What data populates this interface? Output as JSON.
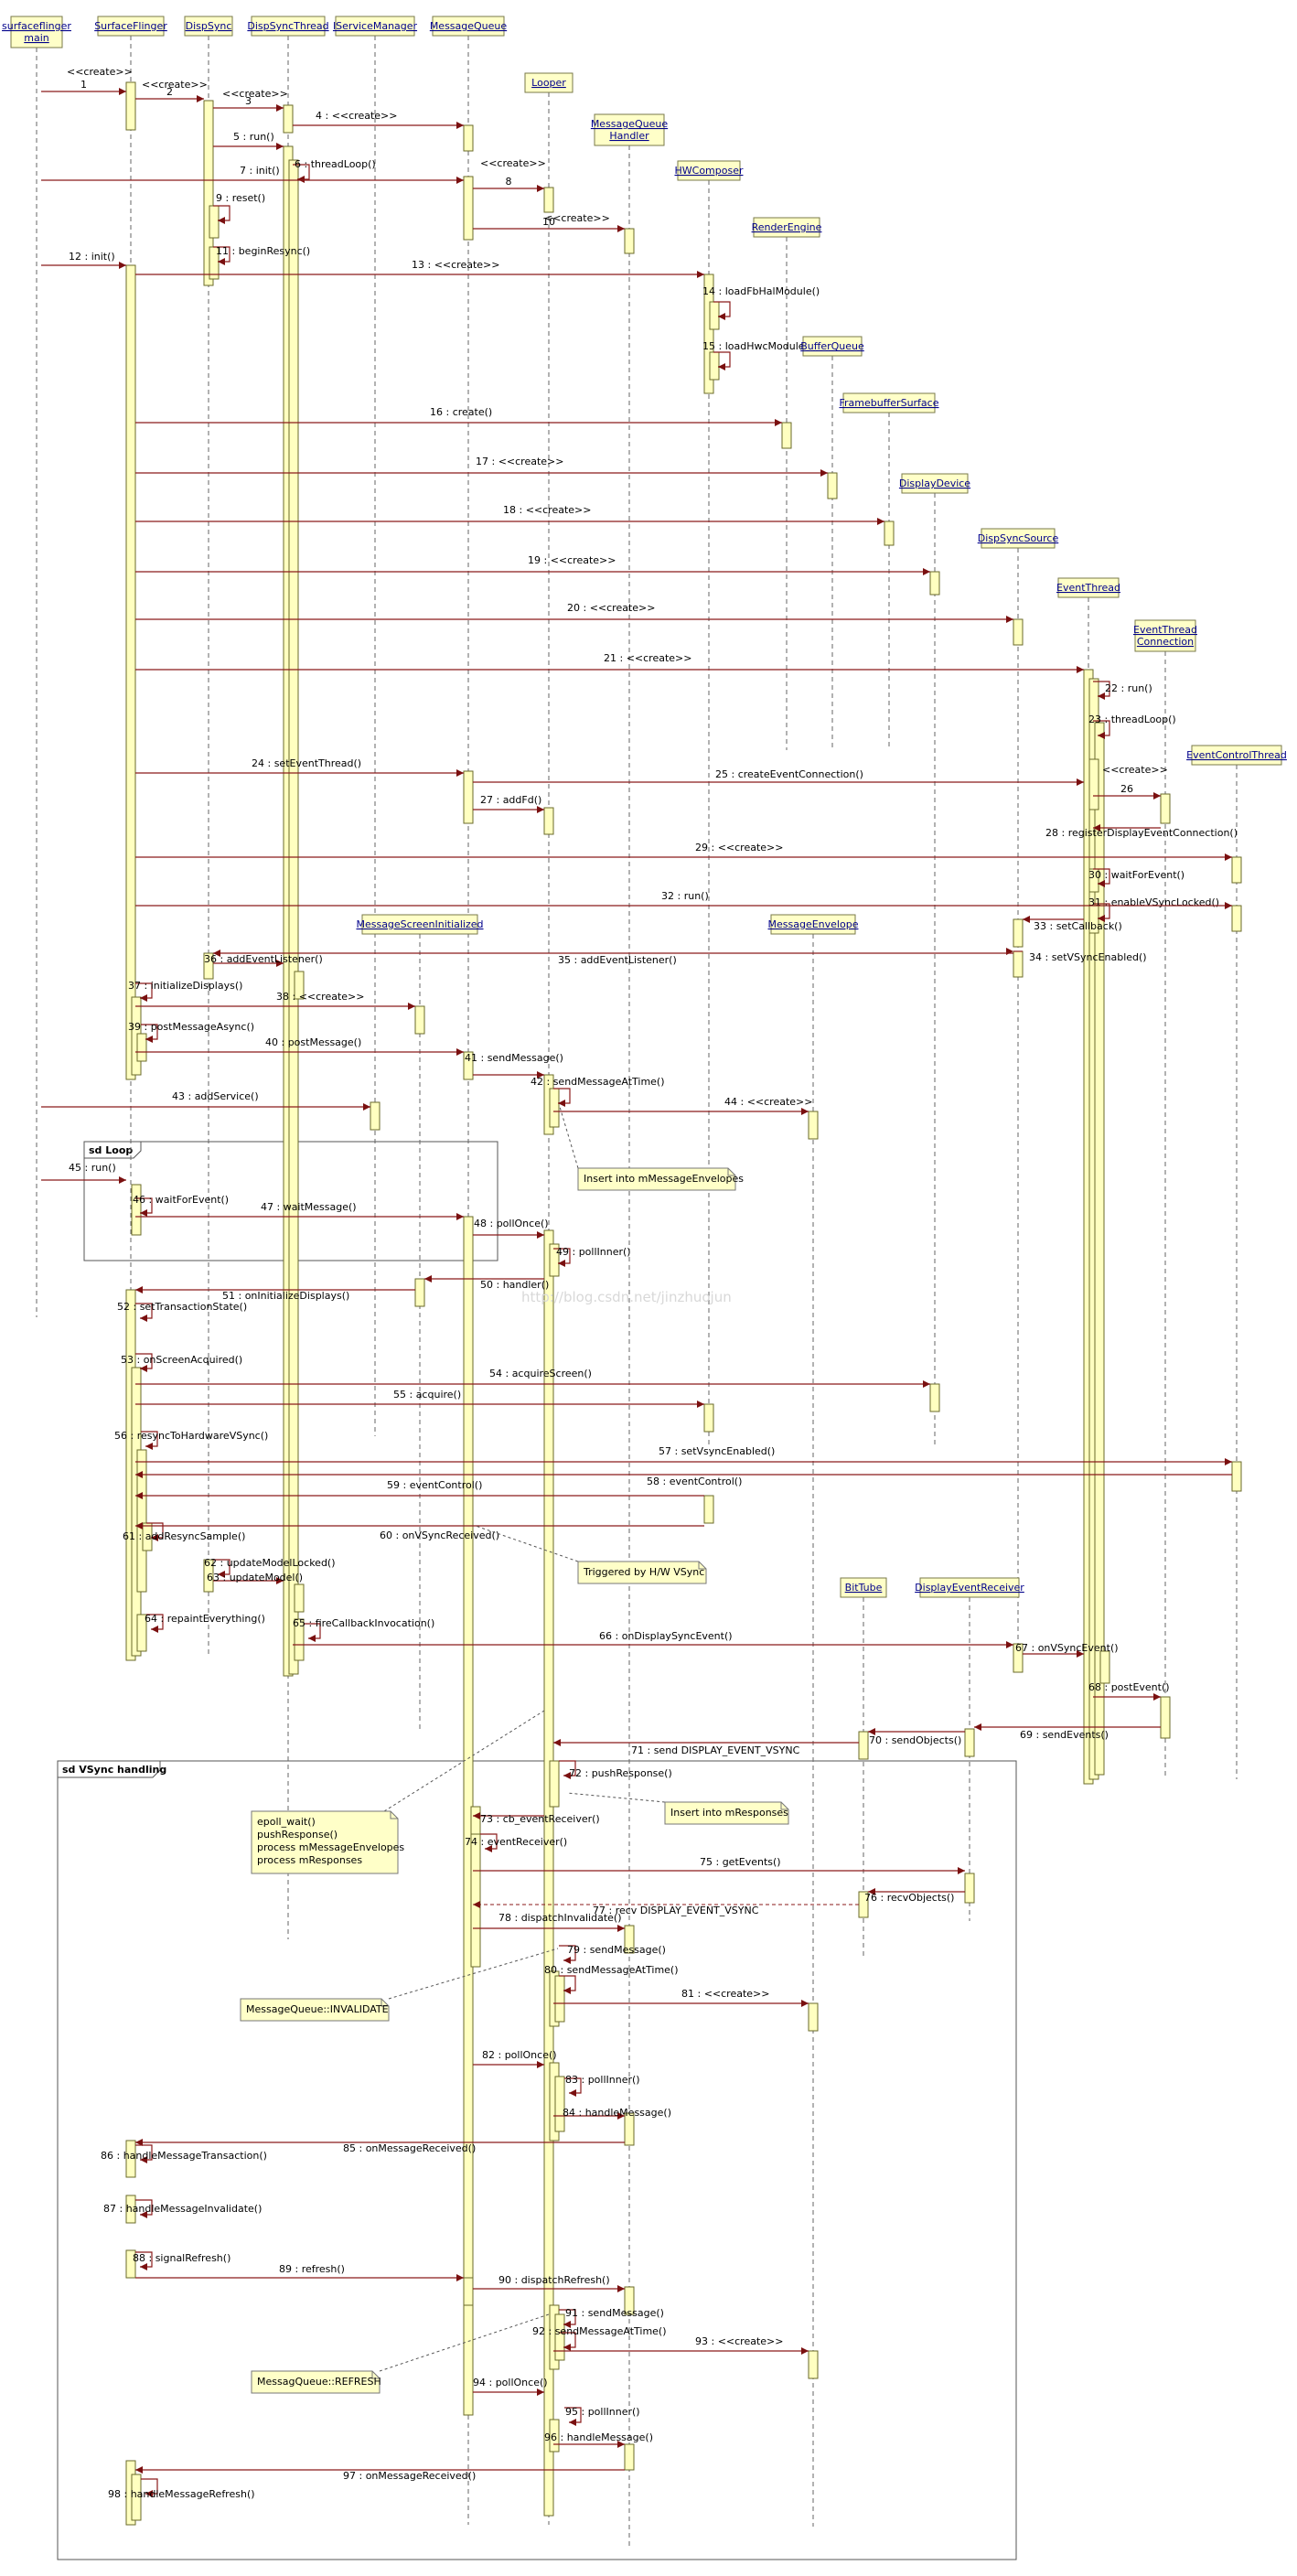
{
  "participants": [
    {
      "id": "sfmain",
      "label": [
        "surfaceflinger",
        "main"
      ]
    },
    {
      "id": "sf",
      "label": [
        "SurfaceFlinger"
      ]
    },
    {
      "id": "dispsync",
      "label": [
        "DispSync"
      ]
    },
    {
      "id": "dispsyncthread",
      "label": [
        "DispSyncThread"
      ]
    },
    {
      "id": "iservicemanager",
      "label": [
        "IServiceManager"
      ]
    },
    {
      "id": "messagequeue",
      "label": [
        "MessageQueue"
      ]
    },
    {
      "id": "looper",
      "label": [
        "Looper"
      ]
    },
    {
      "id": "mqhandler",
      "label": [
        "MessageQueue",
        "Handler"
      ]
    },
    {
      "id": "hwcomposer",
      "label": [
        "HWComposer"
      ]
    },
    {
      "id": "renderengine",
      "label": [
        "RenderEngine"
      ]
    },
    {
      "id": "bufferqueue",
      "label": [
        "BufferQueue"
      ]
    },
    {
      "id": "fbsurface",
      "label": [
        "FramebufferSurface"
      ]
    },
    {
      "id": "displaydevice",
      "label": [
        "DisplayDevice"
      ]
    },
    {
      "id": "dispsyncsource",
      "label": [
        "DispSyncSource"
      ]
    },
    {
      "id": "eventthread",
      "label": [
        "EventThread"
      ]
    },
    {
      "id": "eventthreadconn",
      "label": [
        "EventThread",
        "Connection"
      ]
    },
    {
      "id": "eventcontrolthread",
      "label": [
        "EventControlThread"
      ]
    },
    {
      "id": "msi",
      "label": [
        "MessageScreenInitialized"
      ]
    },
    {
      "id": "messageenvelope",
      "label": [
        "MessageEnvelope"
      ]
    },
    {
      "id": "bittube",
      "label": [
        "BitTube"
      ]
    },
    {
      "id": "der",
      "label": [
        "DisplayEventReceiver"
      ]
    }
  ],
  "messages": [
    {
      "n": "1",
      "text": "<<create>>"
    },
    {
      "n": "2",
      "text": "<<create>>"
    },
    {
      "n": "3",
      "text": "<<create>>"
    },
    {
      "n": "4",
      "text": "<<create>>"
    },
    {
      "n": "5",
      "text": "run()"
    },
    {
      "n": "6",
      "text": "threadLoop()"
    },
    {
      "n": "7",
      "text": "init()"
    },
    {
      "n": "8",
      "text": "<<create>>"
    },
    {
      "n": "9",
      "text": "reset()"
    },
    {
      "n": "10",
      "text": "<<create>>"
    },
    {
      "n": "11",
      "text": "beginResync()"
    },
    {
      "n": "12",
      "text": "init()"
    },
    {
      "n": "13",
      "text": "<<create>>"
    },
    {
      "n": "14",
      "text": "loadFbHalModule()"
    },
    {
      "n": "15",
      "text": "loadHwcModule()"
    },
    {
      "n": "16",
      "text": "create()"
    },
    {
      "n": "17",
      "text": "<<create>>"
    },
    {
      "n": "18",
      "text": "<<create>>"
    },
    {
      "n": "19",
      "text": "<<create>>"
    },
    {
      "n": "20",
      "text": "<<create>>"
    },
    {
      "n": "21",
      "text": "<<create>>"
    },
    {
      "n": "22",
      "text": "run()"
    },
    {
      "n": "23",
      "text": "threadLoop()"
    },
    {
      "n": "24",
      "text": "setEventThread()"
    },
    {
      "n": "25",
      "text": "createEventConnection()"
    },
    {
      "n": "26",
      "text": "<<create>>"
    },
    {
      "n": "27",
      "text": "addFd()"
    },
    {
      "n": "28",
      "text": "registerDisplayEventConnection()"
    },
    {
      "n": "29",
      "text": "<<create>>"
    },
    {
      "n": "30",
      "text": "waitForEvent()"
    },
    {
      "n": "31",
      "text": "enableVSyncLocked()"
    },
    {
      "n": "32",
      "text": "run()"
    },
    {
      "n": "33",
      "text": "setCallback()"
    },
    {
      "n": "34",
      "text": "setVSyncEnabled()"
    },
    {
      "n": "35",
      "text": "addEventListener()"
    },
    {
      "n": "36",
      "text": "addEventListener()"
    },
    {
      "n": "37",
      "text": "initializeDisplays()"
    },
    {
      "n": "38",
      "text": "<<create>>"
    },
    {
      "n": "39",
      "text": "postMessageAsync()"
    },
    {
      "n": "40",
      "text": "postMessage()"
    },
    {
      "n": "41",
      "text": "sendMessage()"
    },
    {
      "n": "42",
      "text": "sendMessageAtTime()"
    },
    {
      "n": "43",
      "text": "addService()"
    },
    {
      "n": "44",
      "text": "<<create>>"
    },
    {
      "n": "45",
      "text": "run()"
    },
    {
      "n": "46",
      "text": "waitForEvent()"
    },
    {
      "n": "47",
      "text": "waitMessage()"
    },
    {
      "n": "48",
      "text": "pollOnce()"
    },
    {
      "n": "49",
      "text": "pollInner()"
    },
    {
      "n": "50",
      "text": "handler()"
    },
    {
      "n": "51",
      "text": "onInitializeDisplays()"
    },
    {
      "n": "52",
      "text": "setTransactionState()"
    },
    {
      "n": "53",
      "text": "onScreenAcquired()"
    },
    {
      "n": "54",
      "text": "acquireScreen()"
    },
    {
      "n": "55",
      "text": "acquire()"
    },
    {
      "n": "56",
      "text": "resyncToHardwareVSync()"
    },
    {
      "n": "57",
      "text": "setVsyncEnabled()"
    },
    {
      "n": "58",
      "text": "eventControl()"
    },
    {
      "n": "59",
      "text": "eventControl()"
    },
    {
      "n": "60",
      "text": "onVSyncReceived()"
    },
    {
      "n": "61",
      "text": "addResyncSample()"
    },
    {
      "n": "62",
      "text": "updateModelLocked()"
    },
    {
      "n": "63",
      "text": "updateModel()"
    },
    {
      "n": "64",
      "text": "repaintEverything()"
    },
    {
      "n": "65",
      "text": "fireCallbackInvocation()"
    },
    {
      "n": "66",
      "text": "onDisplaySyncEvent()"
    },
    {
      "n": "67",
      "text": "onVSyncEvent()"
    },
    {
      "n": "68",
      "text": "postEvent()"
    },
    {
      "n": "69",
      "text": "sendEvents()"
    },
    {
      "n": "70",
      "text": "sendObjects()"
    },
    {
      "n": "71",
      "text": "send DISPLAY_EVENT_VSYNC"
    },
    {
      "n": "72",
      "text": "pushResponse()"
    },
    {
      "n": "73",
      "text": "cb_eventReceiver()"
    },
    {
      "n": "74",
      "text": "eventReceiver()"
    },
    {
      "n": "75",
      "text": "getEvents()"
    },
    {
      "n": "76",
      "text": "recvObjects()"
    },
    {
      "n": "77",
      "text": "recv DISPLAY_EVENT_VSYNC"
    },
    {
      "n": "78",
      "text": "dispatchInvalidate()"
    },
    {
      "n": "79",
      "text": "sendMessage()"
    },
    {
      "n": "80",
      "text": "sendMessageAtTime()"
    },
    {
      "n": "81",
      "text": "<<create>>"
    },
    {
      "n": "82",
      "text": "pollOnce()"
    },
    {
      "n": "83",
      "text": "pollInner()"
    },
    {
      "n": "84",
      "text": "handleMessage()"
    },
    {
      "n": "85",
      "text": "onMessageReceived()"
    },
    {
      "n": "86",
      "text": "handleMessageTransaction()"
    },
    {
      "n": "87",
      "text": "handleMessageInvalidate()"
    },
    {
      "n": "88",
      "text": "signalRefresh()"
    },
    {
      "n": "89",
      "text": "refresh()"
    },
    {
      "n": "90",
      "text": "dispatchRefresh()"
    },
    {
      "n": "91",
      "text": "sendMessage()"
    },
    {
      "n": "92",
      "text": "sendMessageAtTime()"
    },
    {
      "n": "93",
      "text": "<<create>>"
    },
    {
      "n": "94",
      "text": "pollOnce()"
    },
    {
      "n": "95",
      "text": "pollInner()"
    },
    {
      "n": "96",
      "text": "handleMessage()"
    },
    {
      "n": "97",
      "text": "onMessageReceived()"
    },
    {
      "n": "98",
      "text": "handleMessageRefresh()"
    }
  ],
  "frames": [
    {
      "id": "loop",
      "label": "sd Loop"
    },
    {
      "id": "vsync",
      "label": "sd VSync handling"
    }
  ],
  "notes": [
    {
      "id": "insert-envelopes",
      "lines": [
        "Insert into mMessageEnvelopes"
      ]
    },
    {
      "id": "triggered-hw",
      "lines": [
        "Triggered by H/W VSync"
      ]
    },
    {
      "id": "epoll",
      "lines": [
        "epoll_wait()",
        "pushResponse()",
        "process mMessageEnvelopes",
        "process mResponses"
      ]
    },
    {
      "id": "insert-responses",
      "lines": [
        "Insert into mResponses"
      ]
    },
    {
      "id": "mq-invalidate",
      "lines": [
        "MessageQueue::INVALIDATE"
      ]
    },
    {
      "id": "mq-refresh",
      "lines": [
        "MessagQueue::REFRESH"
      ]
    }
  ],
  "watermark": "http://blog.csdn.net/jinzhuojun"
}
